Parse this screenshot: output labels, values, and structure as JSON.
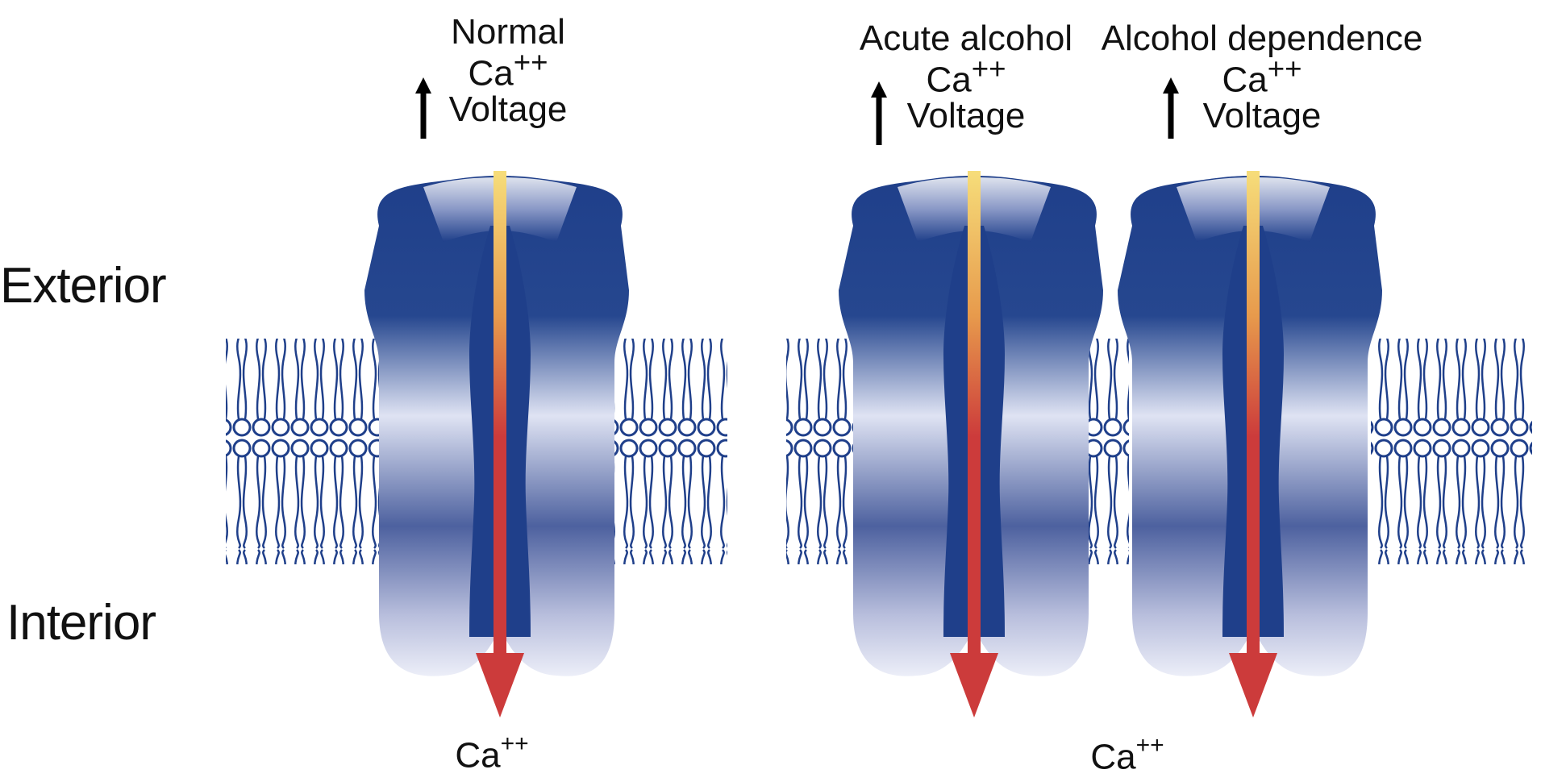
{
  "regions": {
    "exterior": "Exterior",
    "interior": "Interior"
  },
  "panels": [
    {
      "condition": "Normal",
      "ion": "Ca",
      "charge": "++",
      "stimulus": "Voltage"
    },
    {
      "condition": "Acute alcohol",
      "ion": "Ca",
      "charge": "++",
      "stimulus": "Voltage"
    },
    {
      "condition": "Alcohol dependence",
      "ion": "Ca",
      "charge": "++",
      "stimulus": "Voltage"
    }
  ],
  "bottom_ions": [
    {
      "ion": "Ca",
      "charge": "++"
    },
    {
      "ion": "Ca",
      "charge": "++"
    }
  ],
  "colors": {
    "channel_dark": "#1f3f8a",
    "channel_light": "#e6e8f6",
    "lipid": "#1f3f8a",
    "flux_top": "#f6dd7a",
    "flux_mid": "#e79a4c",
    "flux_bottom": "#cc3b3b",
    "arrow": "#000000"
  }
}
